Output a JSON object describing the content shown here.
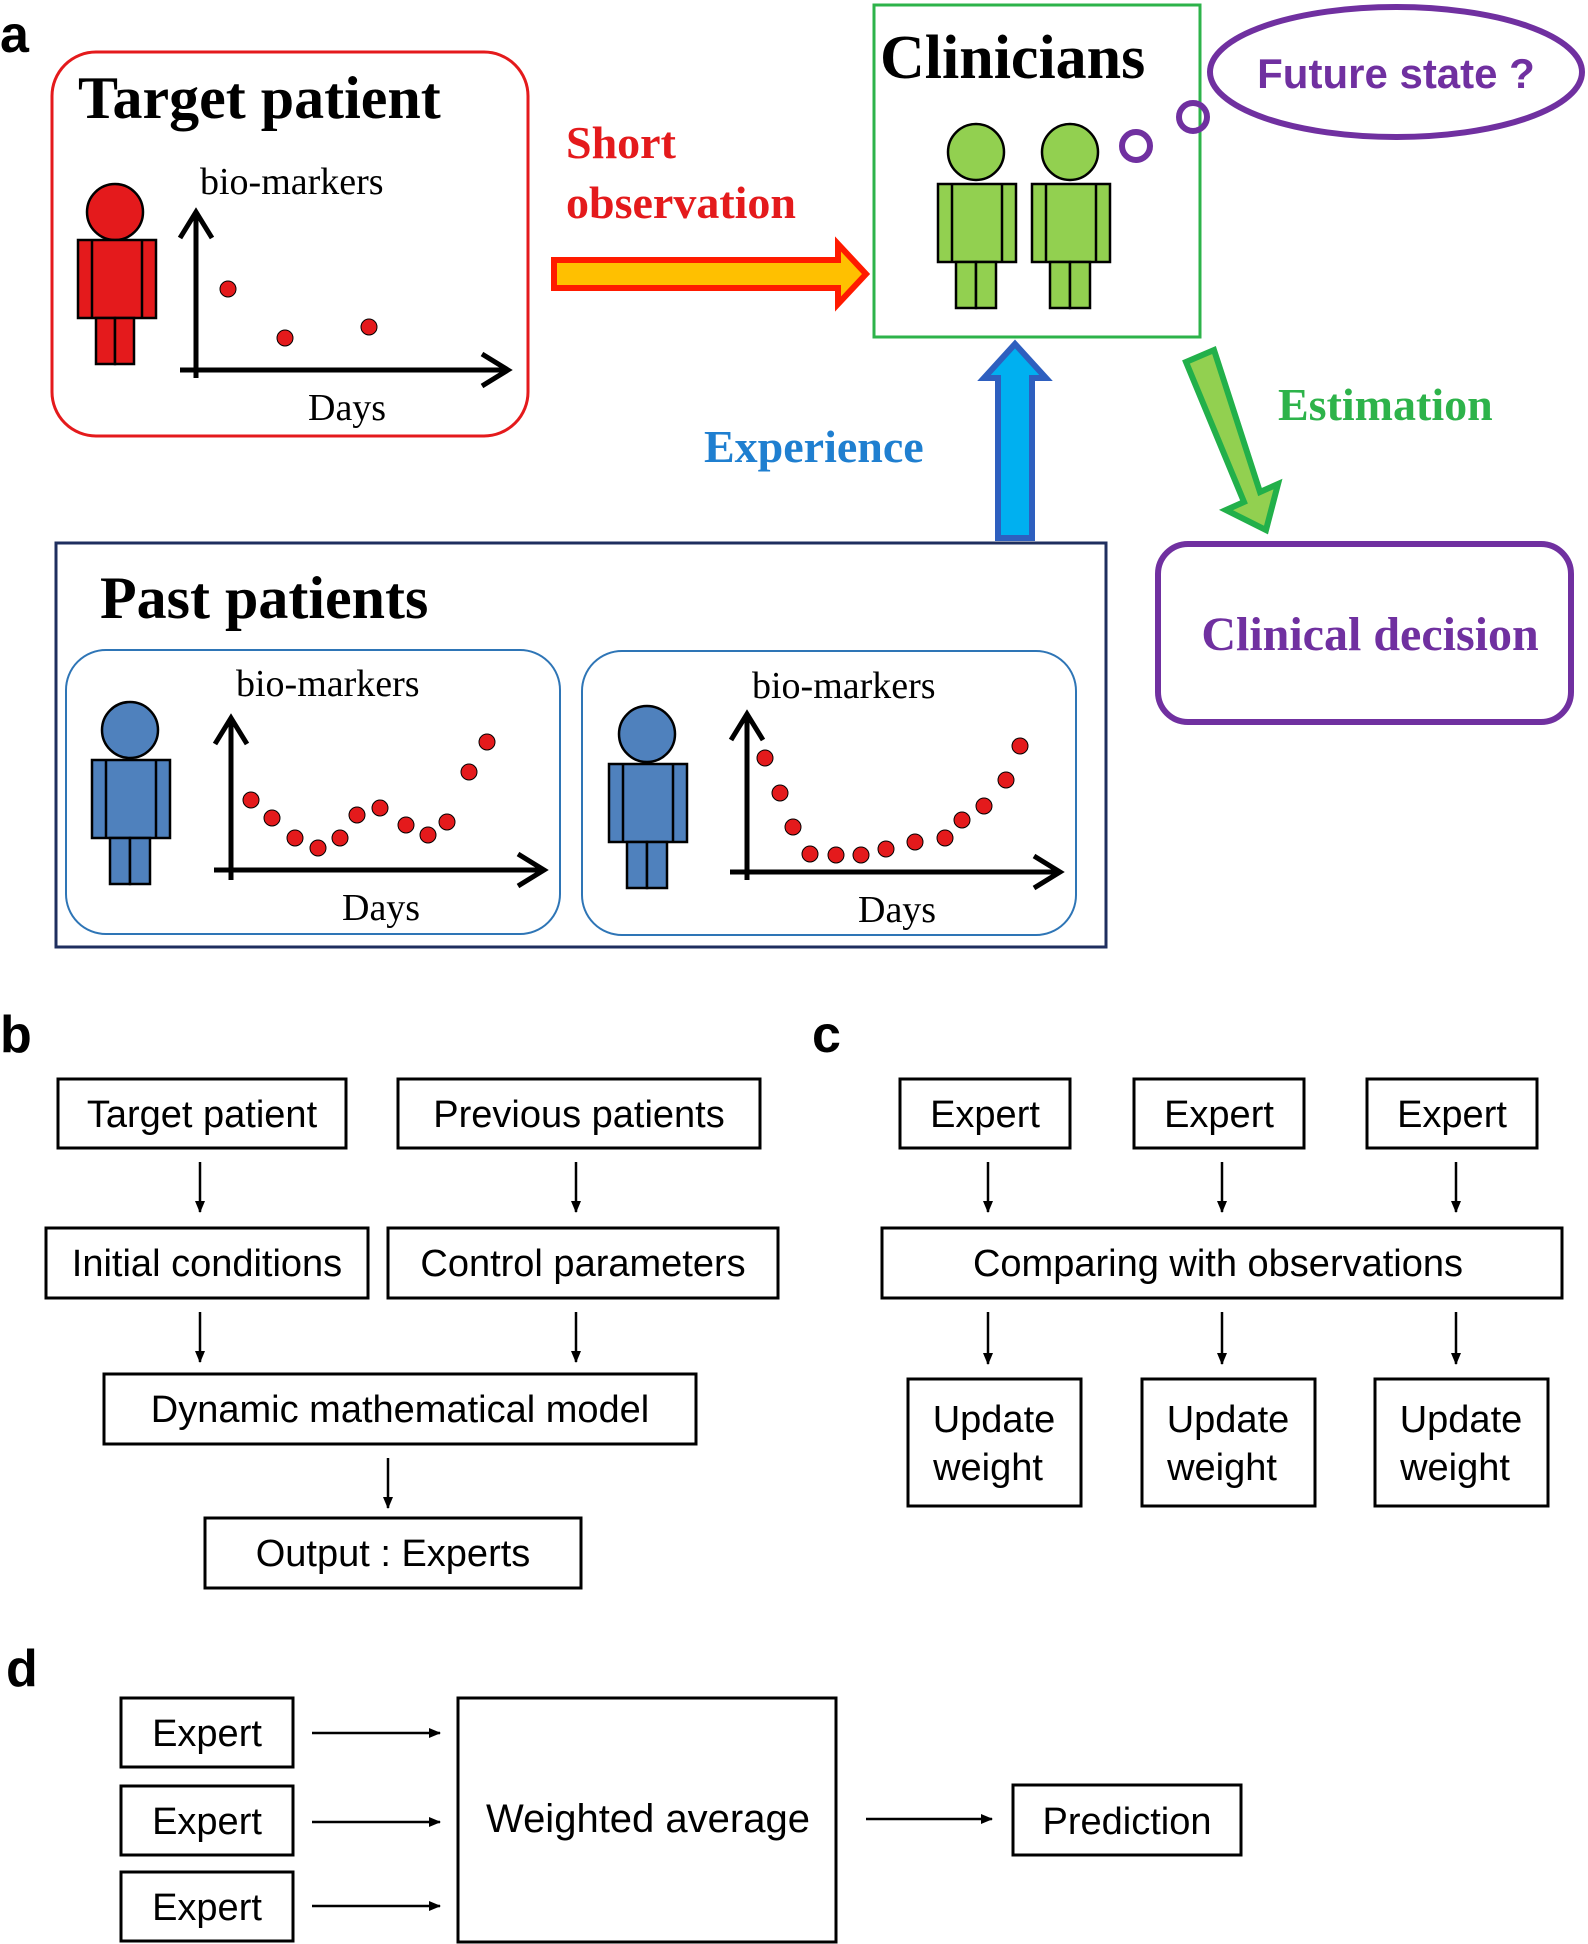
{
  "panel_labels": {
    "a": "a",
    "b": "b",
    "c": "c",
    "d": "d"
  },
  "panel_a": {
    "target_patient": {
      "title": "Target patient",
      "ylabel": "bio-markers",
      "xlabel": "Days"
    },
    "short_observation": {
      "line1": "Short",
      "line2": "observation"
    },
    "clinicians": {
      "title": "Clinicians",
      "thought": "Future state ?"
    },
    "experience": "Experience",
    "estimation": "Estimation",
    "clinical_decision": "Clinical decision",
    "past_patients": {
      "title": "Past patients",
      "chart1": {
        "ylabel": "bio-markers",
        "xlabel": "Days"
      },
      "chart2": {
        "ylabel": "bio-markers",
        "xlabel": "Days"
      }
    },
    "colors": {
      "target": "#e41a1c",
      "clinician": "#92d050",
      "past": "#4f81bd",
      "purple": "#7030a0",
      "green_text": "#2db34a",
      "blue_text": "#1f7fd0",
      "red_text": "#e41a1c"
    }
  },
  "panel_b": {
    "target_patient": "Target patient",
    "previous_patients": "Previous patients",
    "initial_conditions": "Initial conditions",
    "control_parameters": "Control parameters",
    "model": "Dynamic mathematical model",
    "output": "Output : Experts"
  },
  "panel_c": {
    "experts": [
      "Expert",
      "Expert",
      "Expert"
    ],
    "comparing": "Comparing with observations",
    "updates": [
      {
        "line1": "Update",
        "line2": "weight"
      },
      {
        "line1": "Update",
        "line2": "weight"
      },
      {
        "line1": "Update",
        "line2": "weight"
      }
    ]
  },
  "panel_d": {
    "experts": [
      "Expert",
      "Expert",
      "Expert"
    ],
    "weighted_average": "Weighted average",
    "prediction": "Prediction"
  }
}
